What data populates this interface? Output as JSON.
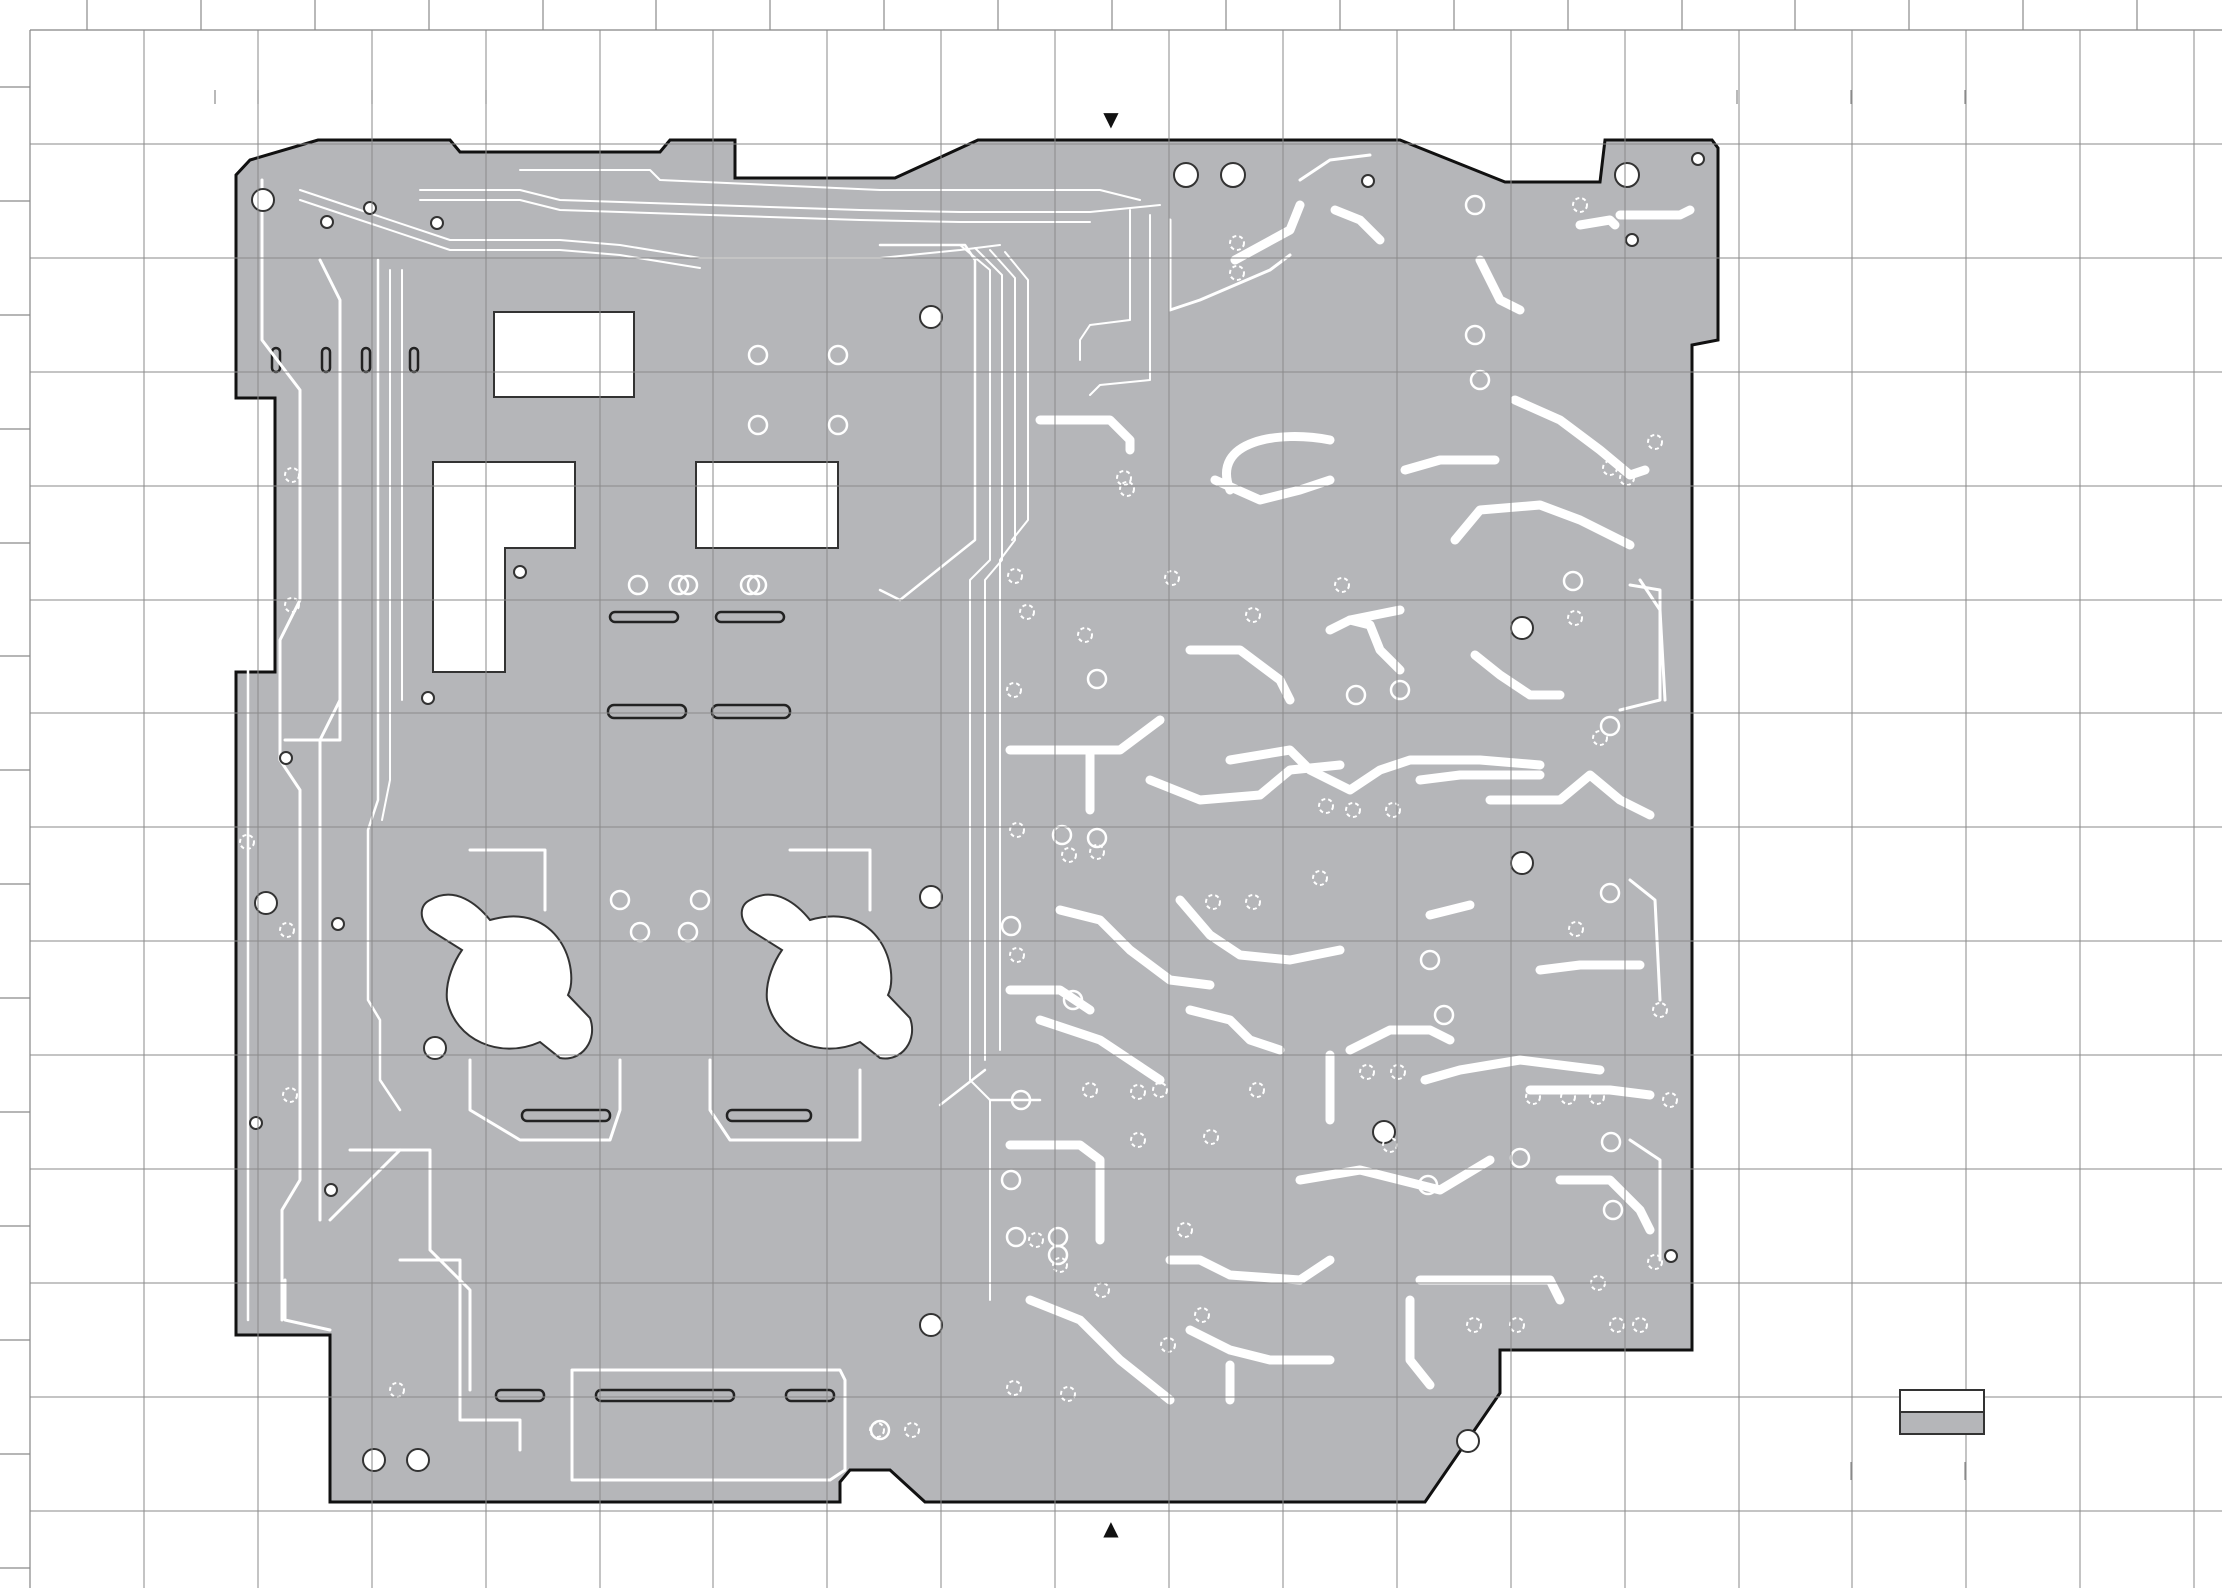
{
  "diagram": {
    "kind": "pcb-copper-layer",
    "colors": {
      "copper": "#b5b6b9",
      "background": "#ffffff",
      "outline": "#111111",
      "grid": "#8a8a8a"
    },
    "markers": [
      {
        "name": "top-center-marker",
        "glyph": "▼"
      },
      {
        "name": "bottom-center-marker",
        "glyph": "▲"
      }
    ],
    "legend": {
      "swatches": [
        {
          "name": "legend-white-swatch",
          "color": "#ffffff"
        },
        {
          "name": "legend-grey-swatch",
          "color": "#b5b6b9"
        }
      ]
    }
  }
}
